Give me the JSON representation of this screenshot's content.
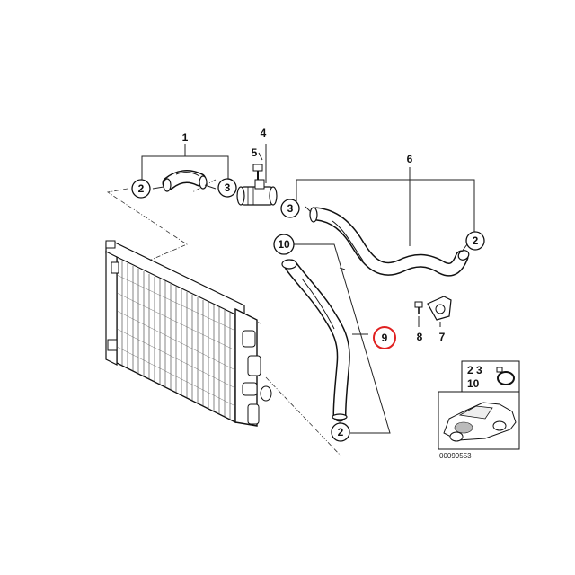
{
  "diagram": {
    "labels": {
      "part_1": "1",
      "part_4": "4",
      "part_5": "5",
      "part_6": "6",
      "part_7": "7",
      "part_8": "8",
      "part_9": "9"
    },
    "callouts": {
      "c2_left": "2",
      "c3_left": "3",
      "c3_mid": "3",
      "c2_right": "2",
      "c10": "10",
      "c2_bottom": "2"
    },
    "inset": {
      "legend_row1": "2  3",
      "legend_row2": "10"
    },
    "reference_number": "00099553",
    "colors": {
      "line": "#222222",
      "highlight_ring": "#e02020",
      "background": "#ffffff"
    }
  }
}
